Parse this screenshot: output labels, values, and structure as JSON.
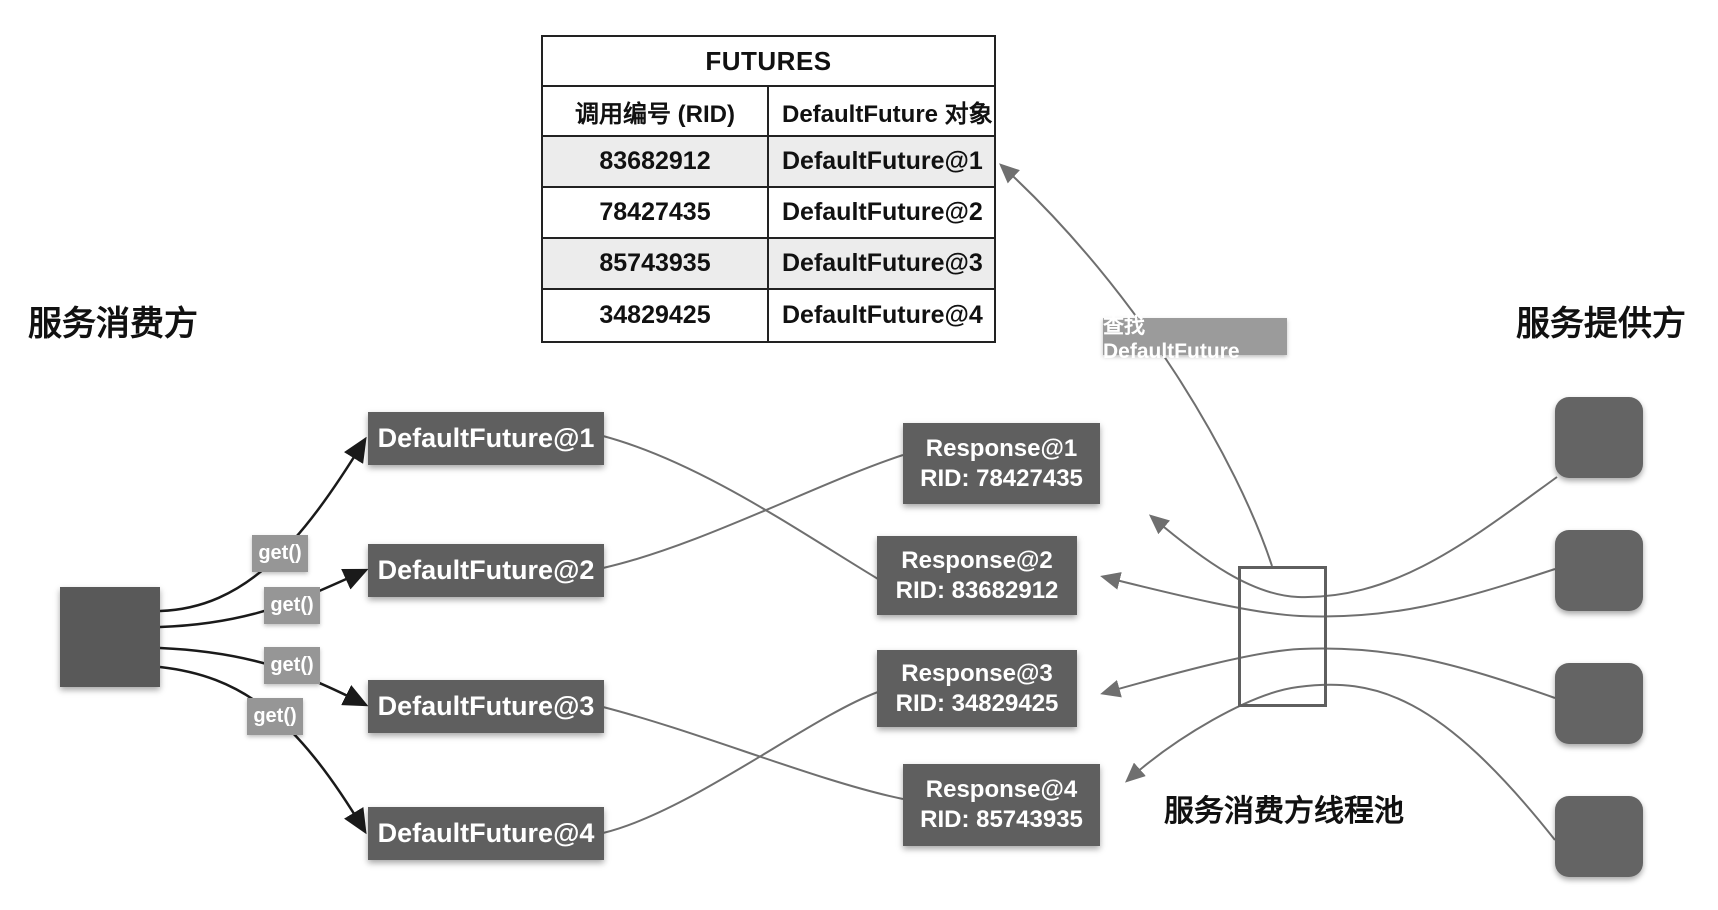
{
  "labels": {
    "consumer_side": "服务消费方",
    "provider_side": "服务提供方",
    "thread_pool": "服务消费方线程池",
    "lookup": "查找 DefaultFuture",
    "get": "get()"
  },
  "futures_table": {
    "title": "FUTURES",
    "columns": [
      "调用编号 (RID)",
      "DefaultFuture 对象"
    ],
    "rows": [
      {
        "rid": "83682912",
        "future": "DefaultFuture@1"
      },
      {
        "rid": "78427435",
        "future": "DefaultFuture@2"
      },
      {
        "rid": "85743935",
        "future": "DefaultFuture@3"
      },
      {
        "rid": "34829425",
        "future": "DefaultFuture@4"
      }
    ]
  },
  "future_boxes": [
    "DefaultFuture@1",
    "DefaultFuture@2",
    "DefaultFuture@3",
    "DefaultFuture@4"
  ],
  "response_boxes": [
    {
      "title": "Response@1",
      "rid": "RID: 78427435"
    },
    {
      "title": "Response@2",
      "rid": "RID: 83682912"
    },
    {
      "title": "Response@3",
      "rid": "RID: 34829425"
    },
    {
      "title": "Response@4",
      "rid": "RID: 85743935"
    }
  ],
  "colors": {
    "dark_box": "#5f5f5f",
    "tag_gray": "#969696",
    "line_gray": "#6f6f6f",
    "line_black": "#1a1a1a",
    "row_shade": "#ececec"
  }
}
